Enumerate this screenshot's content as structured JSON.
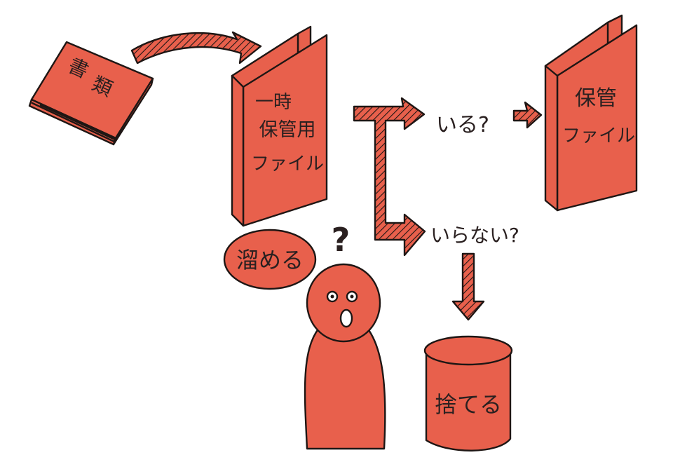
{
  "colors": {
    "fill": "#e8604c",
    "ink": "#1e1614",
    "paper": "#ffffff"
  },
  "documents": {
    "label_char1": "書",
    "label_char2": "類"
  },
  "temp_file": {
    "line1": "一時",
    "line2": "保管用",
    "line3": "ファイル"
  },
  "storage_file": {
    "line1": "保管",
    "line2": "ファイル"
  },
  "accumulate_badge": {
    "label": "溜める"
  },
  "question_mark": {
    "label": "?"
  },
  "branch_need": {
    "label": "いる?"
  },
  "branch_not_need": {
    "label": "いらない?"
  },
  "trash_bin": {
    "label": "捨てる"
  }
}
